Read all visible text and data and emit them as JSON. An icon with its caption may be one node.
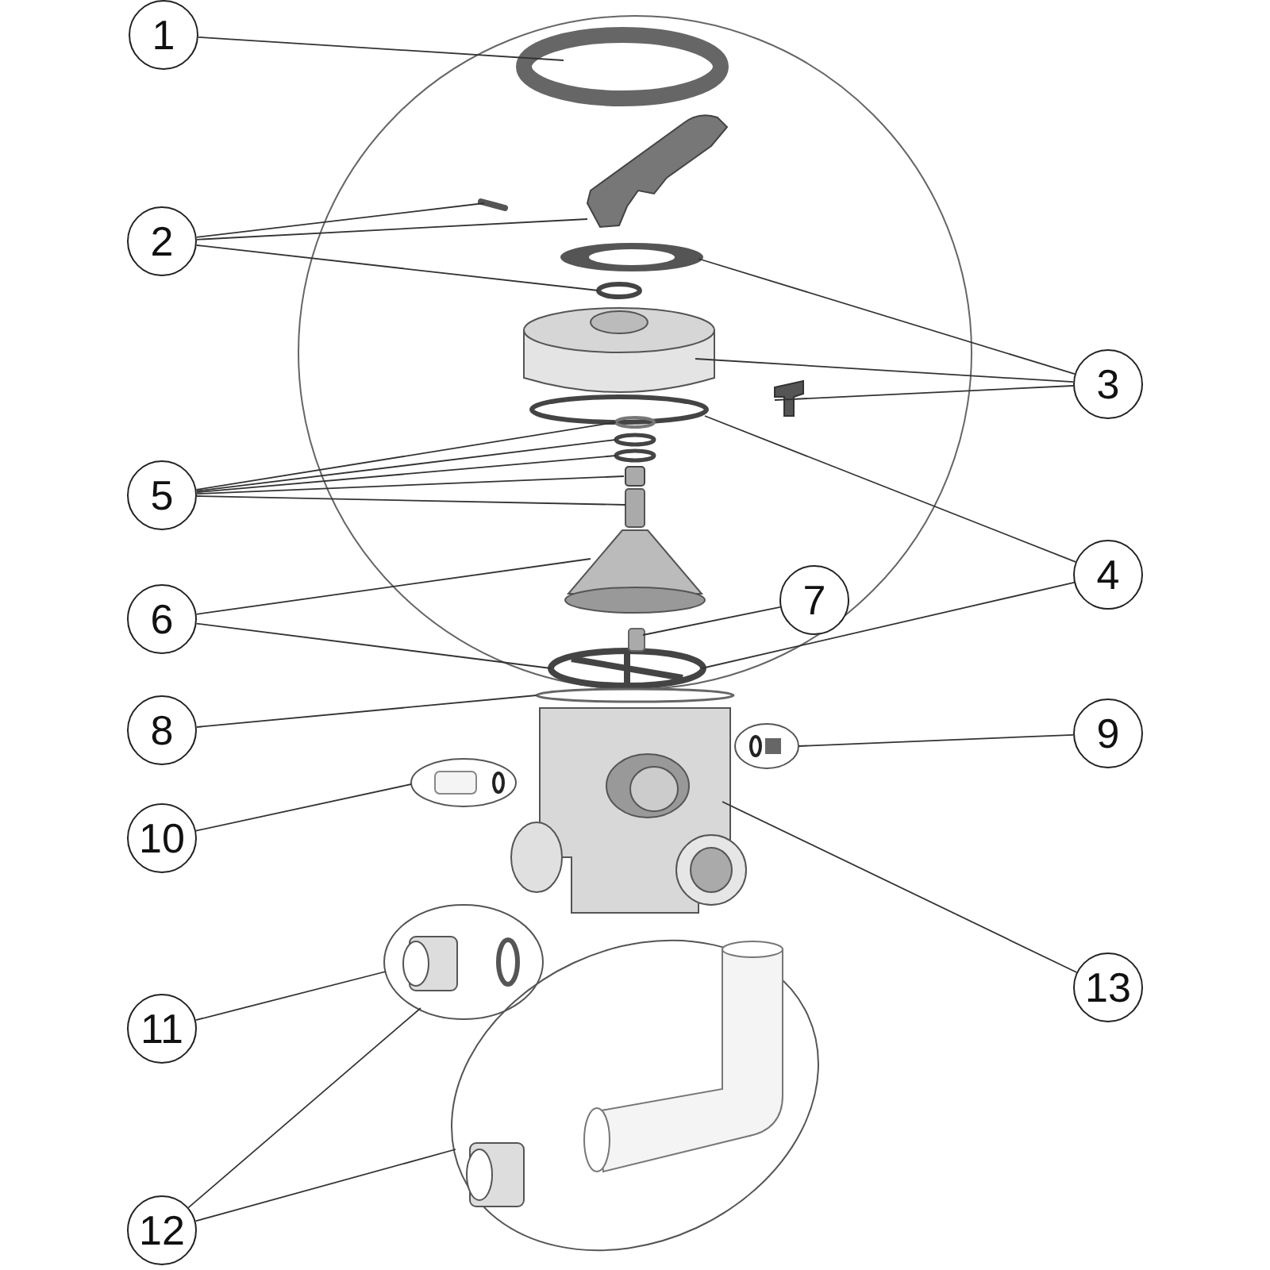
{
  "diagram": {
    "nodes": [
      {
        "text": [
          "1"
        ]
      },
      {
        "text": [
          "2"
        ]
      },
      {
        "text": [
          "3"
        ]
      },
      {
        "text": [
          "4"
        ]
      },
      {
        "text": [
          "5"
        ]
      },
      {
        "text": [
          "6"
        ]
      },
      {
        "text": [
          "7"
        ]
      },
      {
        "text": [
          "8"
        ]
      },
      {
        "text": [
          "9"
        ]
      },
      {
        "text": [
          "10"
        ]
      },
      {
        "text": [
          "11"
        ]
      },
      {
        "text": [
          "12"
        ]
      },
      {
        "text": [
          "13"
        ]
      },
      {
        "text": [],
        "shape": "circle"
      },
      {
        "text": [],
        "shape": "picture"
      },
      {
        "text": [],
        "shape": "picture"
      },
      {
        "text": [],
        "shape": "circle"
      },
      {
        "text": [],
        "shape": "picture"
      },
      {
        "text": [],
        "shape": "picture"
      },
      {
        "text": [],
        "shape": "picture"
      },
      {
        "text": [],
        "shape": "circle"
      },
      {
        "text": [],
        "shape": "picture"
      },
      {
        "text": [],
        "shape": "circle"
      },
      {
        "text": [],
        "shape": "circle"
      },
      {
        "text": [],
        "shape": "circle"
      },
      {
        "text": [],
        "shape": "box"
      },
      {
        "text": [],
        "shape": "box"
      },
      {
        "text": [],
        "shape": "picture"
      },
      {
        "text": [],
        "shape": "box"
      },
      {
        "text": [],
        "shape": "circle"
      },
      {
        "text": [],
        "shape": "picture"
      },
      {
        "text": [],
        "shape": "picture"
      },
      {
        "text": [],
        "shape": "picture"
      },
      {
        "text": [],
        "shape": "picture"
      },
      {
        "text": [],
        "shape": "picture"
      }
    ],
    "edges": [
      {
        "from": 0,
        "to": 13,
        "arrow": "none"
      },
      {
        "from": 1,
        "to": 14,
        "arrow": "none"
      },
      {
        "from": 1,
        "to": 15,
        "arrow": "none"
      },
      {
        "from": 1,
        "to": 16,
        "arrow": "none"
      },
      {
        "from": 2,
        "to": 17,
        "arrow": "none"
      },
      {
        "from": 2,
        "to": 18,
        "arrow": "none"
      },
      {
        "from": 2,
        "to": 19,
        "arrow": "none"
      },
      {
        "from": 3,
        "to": 20,
        "arrow": "none"
      },
      {
        "from": 3,
        "to": 21,
        "arrow": "none"
      },
      {
        "from": 4,
        "to": 22,
        "arrow": "none"
      },
      {
        "from": 4,
        "to": 23,
        "arrow": "none"
      },
      {
        "from": 4,
        "to": 24,
        "arrow": "none"
      },
      {
        "from": 4,
        "to": 25,
        "arrow": "none"
      },
      {
        "from": 4,
        "to": 26,
        "arrow": "none"
      },
      {
        "from": 5,
        "to": 27,
        "arrow": "none"
      },
      {
        "from": 5,
        "to": 21,
        "arrow": "none"
      },
      {
        "from": 6,
        "to": 28,
        "arrow": "none"
      },
      {
        "from": 7,
        "to": 29,
        "arrow": "none"
      },
      {
        "from": 8,
        "to": 31,
        "arrow": "none"
      },
      {
        "from": 9,
        "to": 32,
        "arrow": "none"
      },
      {
        "from": 10,
        "to": 33,
        "arrow": "none"
      },
      {
        "from": 11,
        "to": 33,
        "arrow": "none"
      },
      {
        "from": 11,
        "to": 34,
        "arrow": "none"
      },
      {
        "from": 12,
        "to": 30,
        "arrow": "none"
      }
    ]
  }
}
